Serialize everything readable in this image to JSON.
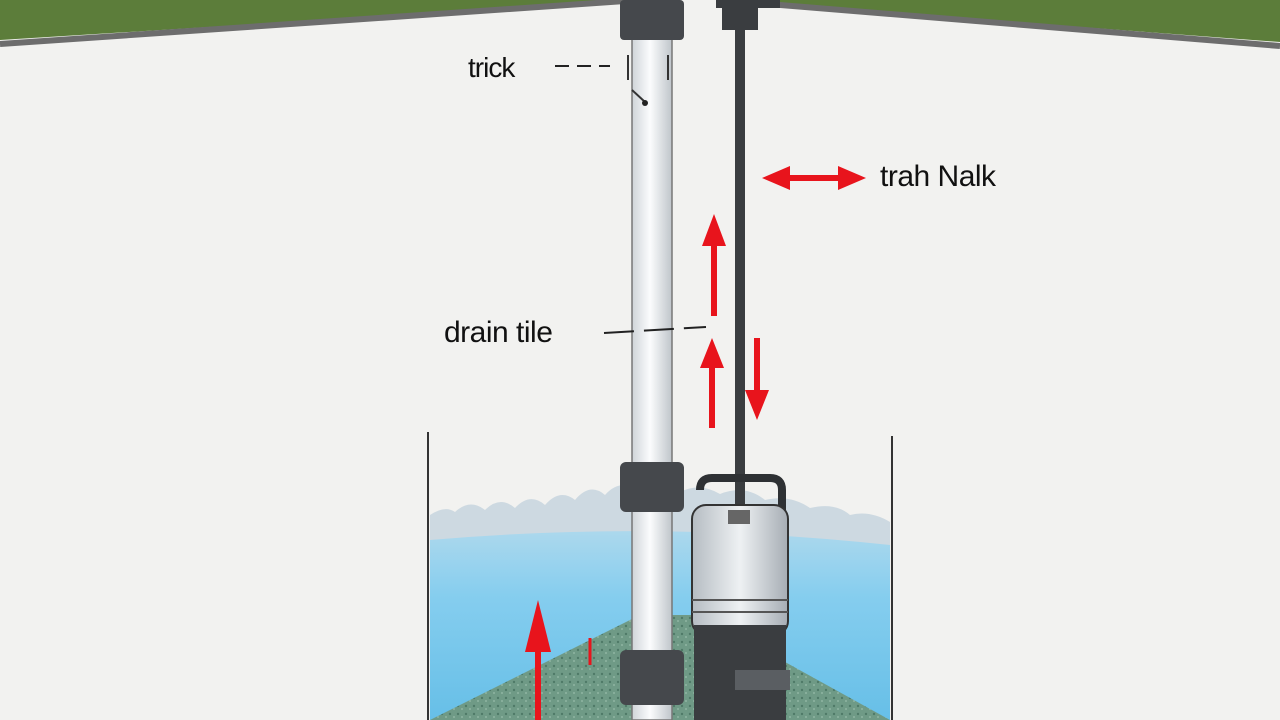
{
  "labels": {
    "top": "trick",
    "right": "trah Nalk",
    "middle": "drain tile"
  },
  "colors": {
    "background": "#f2f2f0",
    "grass": "#5c7d3a",
    "water": "#7dccf0",
    "arrow": "#e8141c",
    "pipe_dark": "#3a3d40"
  },
  "icons": [
    "arrow-up-icon",
    "arrow-down-icon",
    "double-arrow-icon"
  ]
}
